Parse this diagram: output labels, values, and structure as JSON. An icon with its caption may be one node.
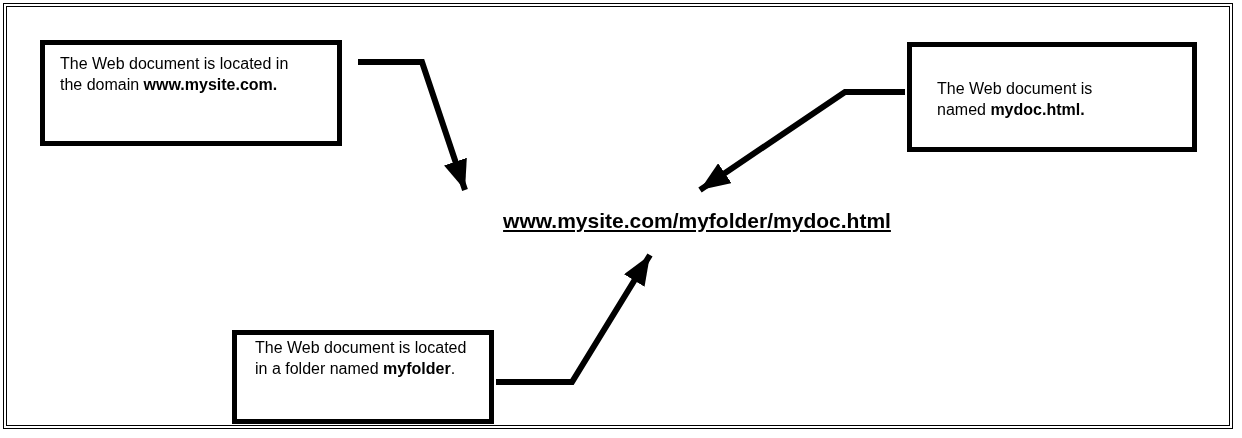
{
  "diagram": {
    "nodes": [
      {
        "text": [
          "The Web document is located in the domain **www.mysite.com.**"
        ]
      },
      {
        "text": [
          "The Web document is named **mydoc.html.**"
        ]
      },
      {
        "text": [
          "www.mysite.com/myfolder/mydoc.html"
        ]
      },
      {
        "text": [
          "The Web document is located in a folder named  **myfolder**."
        ]
      }
    ],
    "edges": [
      {
        "from": 0,
        "to": 2,
        "arrow": "to"
      },
      {
        "from": 1,
        "to": 2,
        "arrow": "to"
      },
      {
        "from": 3,
        "to": 2,
        "arrow": "to"
      }
    ]
  }
}
